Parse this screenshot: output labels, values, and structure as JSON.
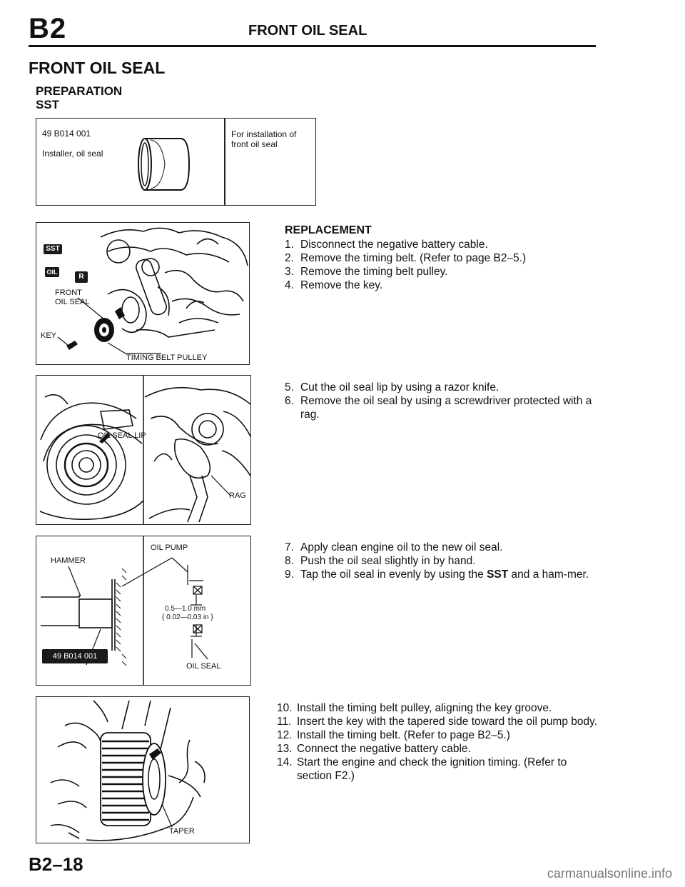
{
  "header": {
    "section_code": "B2",
    "title": "FRONT OIL SEAL"
  },
  "section": {
    "title": "FRONT OIL SEAL",
    "preparation": "PREPARATION",
    "sst": "SST"
  },
  "sst_table": {
    "part_number": "49 B014 001",
    "name": "Installer, oil seal",
    "note": "For installation of front oil seal"
  },
  "figures": {
    "fig1": {
      "badge_sst": "SST",
      "badge_oil": "OIL",
      "badge_r": "R",
      "front_oil_seal_1": "FRONT",
      "front_oil_seal_2": "OIL SEAL",
      "key": "KEY",
      "timing_belt_pulley": "TIMING BELT PULLEY"
    },
    "fig2": {
      "oil_seal_lip": "OIL SEAL LIP",
      "rag": "RAG"
    },
    "fig3": {
      "oil_pump": "OIL PUMP",
      "hammer": "HAMMER",
      "dim_mm": "0.5—1.0 mm",
      "dim_in": "{ 0.02—0.03 in }",
      "oil_seal": "OIL SEAL",
      "badge_tool": "49 B014 001"
    },
    "fig4": {
      "taper": "TAPER"
    }
  },
  "procedure": {
    "title": "REPLACEMENT",
    "group1": [
      {
        "n": "1.",
        "text": "Disconnect the negative battery cable."
      },
      {
        "n": "2.",
        "text": "Remove the timing belt. (Refer to page B2–5.)"
      },
      {
        "n": "3.",
        "text": "Remove the timing belt pulley."
      },
      {
        "n": "4.",
        "text": "Remove the key."
      }
    ],
    "group2": [
      {
        "n": "5.",
        "text": "Cut the oil seal lip by using a razor knife."
      },
      {
        "n": "6.",
        "text": "Remove the oil seal by using a screwdriver protected with a rag."
      }
    ],
    "group3": [
      {
        "n": "7.",
        "text": "Apply clean engine oil to the new oil seal."
      },
      {
        "n": "8.",
        "text": "Push the oil seal slightly in by hand."
      },
      {
        "n": "9.",
        "pre": "Tap the oil seal in evenly by using the ",
        "bold": "SST",
        "post": " and a ham-mer."
      }
    ],
    "group4": [
      {
        "n": "10.",
        "text": "Install the timing belt pulley, aligning the key groove."
      },
      {
        "n": "11.",
        "text": "Insert the key with the tapered side toward the oil pump body."
      },
      {
        "n": "12.",
        "text": "Install the timing belt. (Refer to page B2–5.)"
      },
      {
        "n": "13.",
        "text": "Connect the negative battery cable."
      },
      {
        "n": "14.",
        "text": "Start the engine and check the ignition timing. (Refer to section F2.)"
      }
    ]
  },
  "footer": {
    "page_number": "B2–18",
    "watermark": "carmanualsonline.info"
  }
}
